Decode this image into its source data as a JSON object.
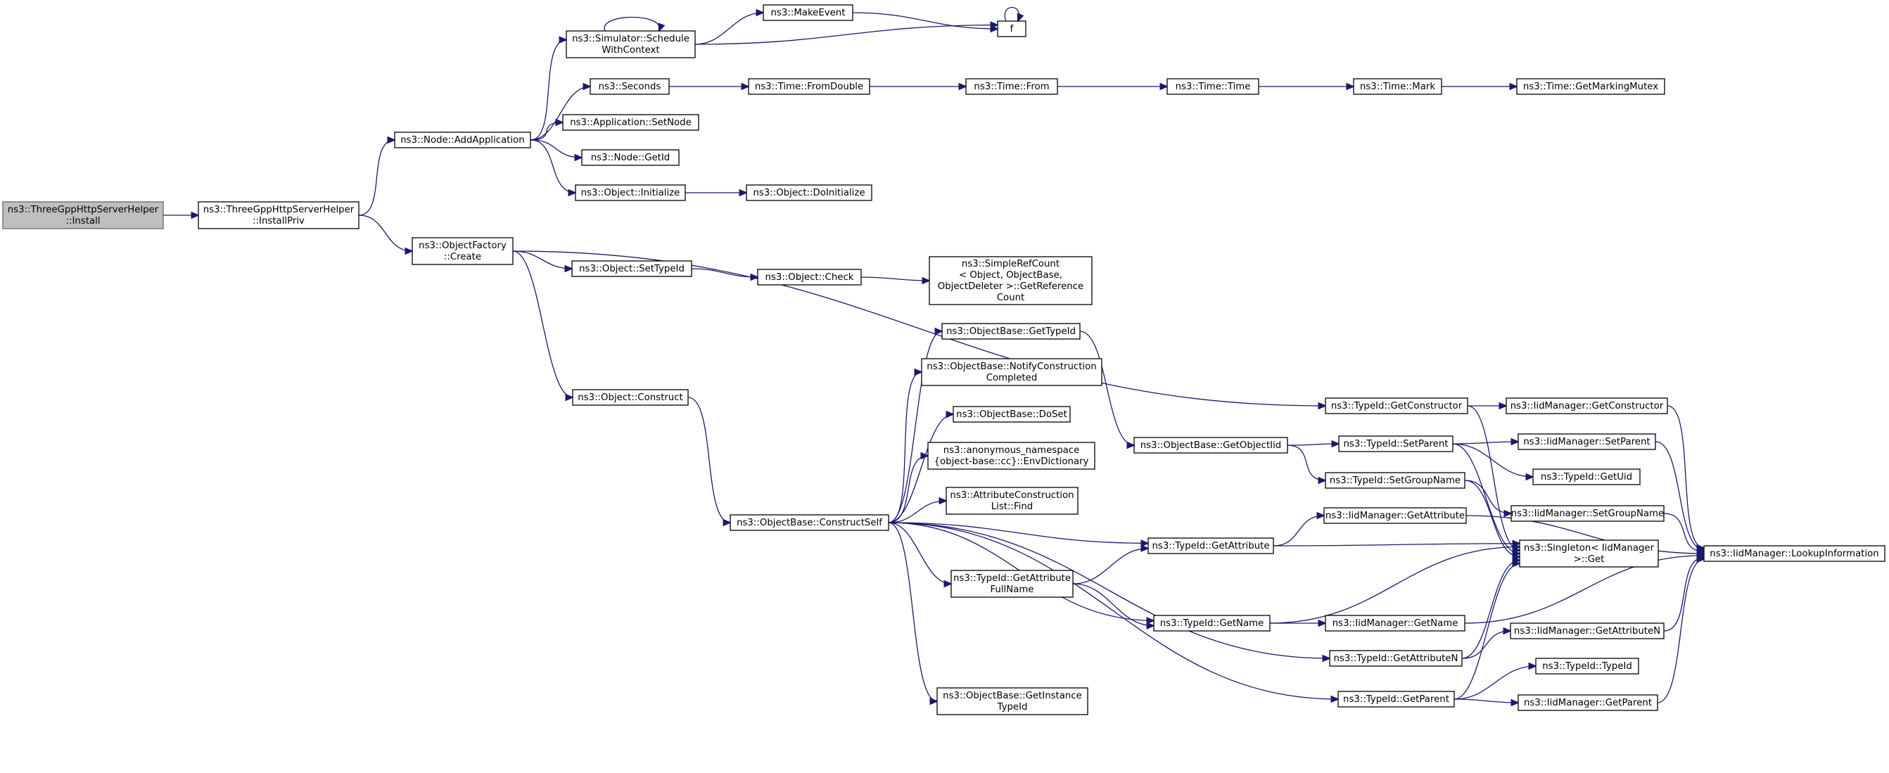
{
  "diagram": {
    "type": "call-graph",
    "colors": {
      "edge": "#191970",
      "root_fill": "#bfbfbf",
      "node_fill": "#ffffff",
      "node_border": "#000000"
    },
    "nodes": [
      {
        "id": "install",
        "lines": [
          "ns3::ThreeGppHttpServerHelper",
          "::Install"
        ],
        "root": true
      },
      {
        "id": "installpriv",
        "lines": [
          "ns3::ThreeGppHttpServerHelper",
          "::InstallPriv"
        ]
      },
      {
        "id": "addapp",
        "lines": [
          "ns3::Node::AddApplication"
        ]
      },
      {
        "id": "objfactory",
        "lines": [
          "ns3::ObjectFactory",
          "::Create"
        ]
      },
      {
        "id": "schedule",
        "lines": [
          "ns3::Simulator::Schedule",
          "WithContext"
        ]
      },
      {
        "id": "seconds",
        "lines": [
          "ns3::Seconds"
        ]
      },
      {
        "id": "appsetnode",
        "lines": [
          "ns3::Application::SetNode"
        ]
      },
      {
        "id": "nodegetid",
        "lines": [
          "ns3::Node::GetId"
        ]
      },
      {
        "id": "objinit",
        "lines": [
          "ns3::Object::Initialize"
        ]
      },
      {
        "id": "makeevent",
        "lines": [
          "ns3::MakeEvent"
        ]
      },
      {
        "id": "f",
        "lines": [
          "f"
        ]
      },
      {
        "id": "fromdouble",
        "lines": [
          "ns3::Time::FromDouble"
        ]
      },
      {
        "id": "timefrom",
        "lines": [
          "ns3::Time::From"
        ]
      },
      {
        "id": "timetime",
        "lines": [
          "ns3::Time::Time"
        ]
      },
      {
        "id": "timemark",
        "lines": [
          "ns3::Time::Mark"
        ]
      },
      {
        "id": "markmutex",
        "lines": [
          "ns3::Time::GetMarkingMutex"
        ]
      },
      {
        "id": "doinit",
        "lines": [
          "ns3::Object::DoInitialize"
        ]
      },
      {
        "id": "settypeid",
        "lines": [
          "ns3::Object::SetTypeId"
        ]
      },
      {
        "id": "objcheck",
        "lines": [
          "ns3::Object::Check"
        ]
      },
      {
        "id": "refcount",
        "lines": [
          "ns3::SimpleRefCount",
          "< Object, ObjectBase,",
          " ObjectDeleter >::GetReference",
          "Count"
        ]
      },
      {
        "id": "objconstruct",
        "lines": [
          "ns3::Object::Construct"
        ]
      },
      {
        "id": "constructself",
        "lines": [
          "ns3::ObjectBase::ConstructSelf"
        ]
      },
      {
        "id": "obgettypeid",
        "lines": [
          "ns3::ObjectBase::GetTypeId"
        ]
      },
      {
        "id": "notifyconst",
        "lines": [
          "ns3::ObjectBase::NotifyConstruction",
          "Completed"
        ]
      },
      {
        "id": "doset",
        "lines": [
          "ns3::ObjectBase::DoSet"
        ]
      },
      {
        "id": "envdict",
        "lines": [
          "ns3::anonymous_namespace",
          "{object-base::cc}::EnvDictionary"
        ]
      },
      {
        "id": "acfind",
        "lines": [
          "ns3::AttributeConstruction",
          "List::Find"
        ]
      },
      {
        "id": "getattrfull",
        "lines": [
          "ns3::TypeId::GetAttribute",
          "FullName"
        ]
      },
      {
        "id": "getinsttid",
        "lines": [
          "ns3::ObjectBase::GetInstance",
          "TypeId"
        ]
      },
      {
        "id": "getobjtid",
        "lines": [
          "ns3::ObjectBase::GetObjectIid"
        ]
      },
      {
        "id": "tidgetattr",
        "lines": [
          "ns3::TypeId::GetAttribute"
        ]
      },
      {
        "id": "tidgetname",
        "lines": [
          "ns3::TypeId::GetName"
        ]
      },
      {
        "id": "tidgetctor",
        "lines": [
          "ns3::TypeId::GetConstructor"
        ]
      },
      {
        "id": "tidsetparent",
        "lines": [
          "ns3::TypeId::SetParent"
        ]
      },
      {
        "id": "tidsetgroup",
        "lines": [
          "ns3::TypeId::SetGroupName"
        ]
      },
      {
        "id": "iidmgetattr",
        "lines": [
          "ns3::IidManager::GetAttribute"
        ]
      },
      {
        "id": "iidmgetname",
        "lines": [
          "ns3::IidManager::GetName"
        ]
      },
      {
        "id": "tidgetattrn",
        "lines": [
          "ns3::TypeId::GetAttributeN"
        ]
      },
      {
        "id": "tidgetparent",
        "lines": [
          "ns3::TypeId::GetParent"
        ]
      },
      {
        "id": "iidmgetctor",
        "lines": [
          "ns3::IidManager::GetConstructor"
        ]
      },
      {
        "id": "iidmsetparent",
        "lines": [
          "ns3::IidManager::SetParent"
        ]
      },
      {
        "id": "tidgetuid",
        "lines": [
          "ns3::TypeId::GetUid"
        ]
      },
      {
        "id": "iidmsetgroup",
        "lines": [
          "ns3::IidManager::SetGroupName"
        ]
      },
      {
        "id": "singleton",
        "lines": [
          "ns3::Singleton< IidManager",
          " >::Get"
        ]
      },
      {
        "id": "iidmgetattrn",
        "lines": [
          "ns3::IidManager::GetAttributeN"
        ]
      },
      {
        "id": "tidtypeid",
        "lines": [
          "ns3::TypeId::TypeId"
        ]
      },
      {
        "id": "iidmgetparent",
        "lines": [
          "ns3::IidManager::GetParent"
        ]
      },
      {
        "id": "lookup",
        "lines": [
          "ns3::IidManager::LookupInformation"
        ]
      }
    ],
    "edges": [
      [
        "install",
        "installpriv"
      ],
      [
        "installpriv",
        "addapp"
      ],
      [
        "installpriv",
        "objfactory"
      ],
      [
        "addapp",
        "schedule"
      ],
      [
        "addapp",
        "seconds"
      ],
      [
        "addapp",
        "appsetnode"
      ],
      [
        "addapp",
        "nodegetid"
      ],
      [
        "addapp",
        "objinit"
      ],
      [
        "schedule",
        "schedule"
      ],
      [
        "schedule",
        "makeevent"
      ],
      [
        "schedule",
        "f"
      ],
      [
        "makeevent",
        "f"
      ],
      [
        "f",
        "f"
      ],
      [
        "seconds",
        "fromdouble"
      ],
      [
        "fromdouble",
        "timefrom"
      ],
      [
        "timefrom",
        "timetime"
      ],
      [
        "timetime",
        "timemark"
      ],
      [
        "timemark",
        "markmutex"
      ],
      [
        "objinit",
        "doinit"
      ],
      [
        "objfactory",
        "tidgetctor"
      ],
      [
        "objfactory",
        "settypeid"
      ],
      [
        "objfactory",
        "objconstruct"
      ],
      [
        "settypeid",
        "objcheck"
      ],
      [
        "objcheck",
        "refcount"
      ],
      [
        "objconstruct",
        "constructself"
      ],
      [
        "constructself",
        "obgettypeid"
      ],
      [
        "constructself",
        "notifyconst"
      ],
      [
        "constructself",
        "doset"
      ],
      [
        "constructself",
        "envdict"
      ],
      [
        "constructself",
        "acfind"
      ],
      [
        "constructself",
        "tidgetattr"
      ],
      [
        "constructself",
        "getattrfull"
      ],
      [
        "constructself",
        "tidgetname"
      ],
      [
        "constructself",
        "tidgetattrn"
      ],
      [
        "constructself",
        "getinsttid"
      ],
      [
        "constructself",
        "tidgetparent"
      ],
      [
        "obgettypeid",
        "getobjtid"
      ],
      [
        "getobjtid",
        "tidsetparent"
      ],
      [
        "getobjtid",
        "tidsetgroup"
      ],
      [
        "getattrfull",
        "tidgetattr"
      ],
      [
        "getattrfull",
        "tidgetname"
      ],
      [
        "tidgetattr",
        "iidmgetattr"
      ],
      [
        "tidgetattr",
        "singleton"
      ],
      [
        "tidgetname",
        "iidmgetname"
      ],
      [
        "tidgetname",
        "singleton"
      ],
      [
        "tidgetctor",
        "iidmgetctor"
      ],
      [
        "tidgetctor",
        "singleton"
      ],
      [
        "tidsetparent",
        "iidmsetparent"
      ],
      [
        "tidsetparent",
        "tidgetuid"
      ],
      [
        "tidsetparent",
        "singleton"
      ],
      [
        "tidsetgroup",
        "iidmsetgroup"
      ],
      [
        "tidsetgroup",
        "singleton"
      ],
      [
        "tidgetattrn",
        "iidmgetattrn"
      ],
      [
        "tidgetattrn",
        "singleton"
      ],
      [
        "tidgetparent",
        "tidtypeid"
      ],
      [
        "tidgetparent",
        "iidmgetparent"
      ],
      [
        "tidgetparent",
        "singleton"
      ],
      [
        "iidmgetctor",
        "lookup"
      ],
      [
        "iidmsetparent",
        "lookup"
      ],
      [
        "iidmsetgroup",
        "lookup"
      ],
      [
        "iidmgetattr",
        "lookup"
      ],
      [
        "iidmgetname",
        "lookup"
      ],
      [
        "iidmgetattrn",
        "lookup"
      ],
      [
        "iidmgetparent",
        "lookup"
      ]
    ]
  }
}
